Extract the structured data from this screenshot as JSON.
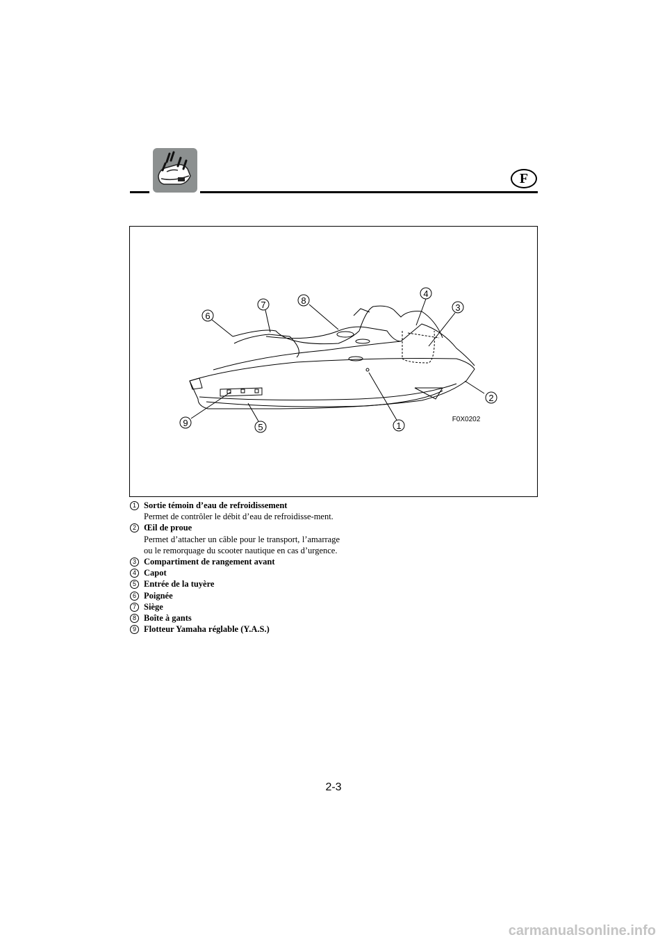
{
  "header": {
    "lang_badge": "F",
    "icon": "watercraft-icon"
  },
  "figure": {
    "code": "F0X0202",
    "callouts": [
      "1",
      "2",
      "3",
      "4",
      "5",
      "6",
      "7",
      "8",
      "9"
    ]
  },
  "legend": [
    {
      "num": "1",
      "title": "Sortie témoin d’eau de refroidissement",
      "desc": "Permet de contrôler le débit d’eau de refroidisse-ment."
    },
    {
      "num": "2",
      "title": "Œil de proue",
      "desc": "Permet d’attacher un câble pour le transport, l’amarrage ou le remorquage du scooter nautique en cas d’urgence."
    },
    {
      "num": "3",
      "title": "Compartiment de rangement avant",
      "desc": ""
    },
    {
      "num": "4",
      "title": "Capot",
      "desc": ""
    },
    {
      "num": "5",
      "title": "Entrée de la tuyère",
      "desc": ""
    },
    {
      "num": "6",
      "title": "Poignée",
      "desc": ""
    },
    {
      "num": "7",
      "title": "Siège",
      "desc": ""
    },
    {
      "num": "8",
      "title": "Boîte à gants",
      "desc": ""
    },
    {
      "num": "9",
      "title": "Flotteur Yamaha réglable (Y.A.S.)",
      "desc": ""
    }
  ],
  "page_number": "2-3",
  "watermark": "carmanualsonline.info"
}
